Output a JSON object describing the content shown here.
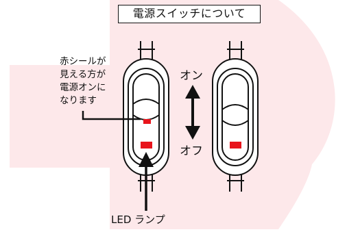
{
  "title": "電源スイッチについて",
  "note_lines": [
    "赤シールが",
    "見える方が",
    "電源オンに",
    "なります"
  ],
  "on_label": "オン",
  "off_label": "オフ",
  "lamp_label": "LED ランプ",
  "colors": {
    "background_accent": "#fde8ea",
    "red_marker": "#e8141c",
    "outline": "#111111"
  },
  "icons": {
    "arrow": "double-vertical-arrow",
    "pointer": "pointer-arrow"
  }
}
